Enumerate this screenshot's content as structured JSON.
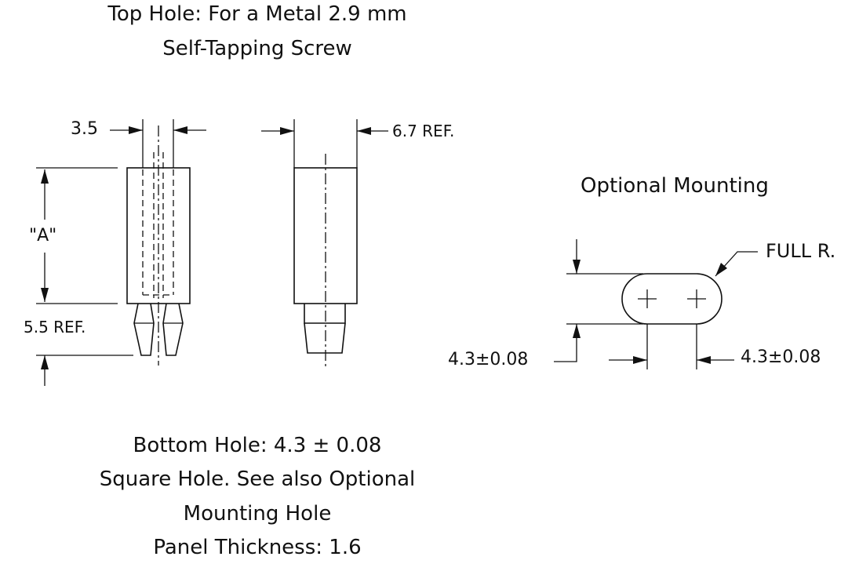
{
  "top_caption": {
    "line1": "Top Hole:  For a Metal 2.9 mm",
    "line2": "Self-Tapping Screw"
  },
  "front_view": {
    "width_dim": "3.5",
    "height_dim": "\"A\"",
    "bottom_dim": "5.5 REF."
  },
  "side_view": {
    "width_dim": "6.7 REF."
  },
  "optional_mounting": {
    "title": "Optional Mounting",
    "radius_label": "FULL R.",
    "height_dim": "4.3±0.08",
    "pitch_dim": "4.3±0.08"
  },
  "bottom_caption": {
    "line1": "Bottom Hole: 4.3 ± 0.08",
    "line2": "Square Hole. See also Optional",
    "line3": "Mounting Hole",
    "line4": "Panel Thickness: 1.6"
  }
}
